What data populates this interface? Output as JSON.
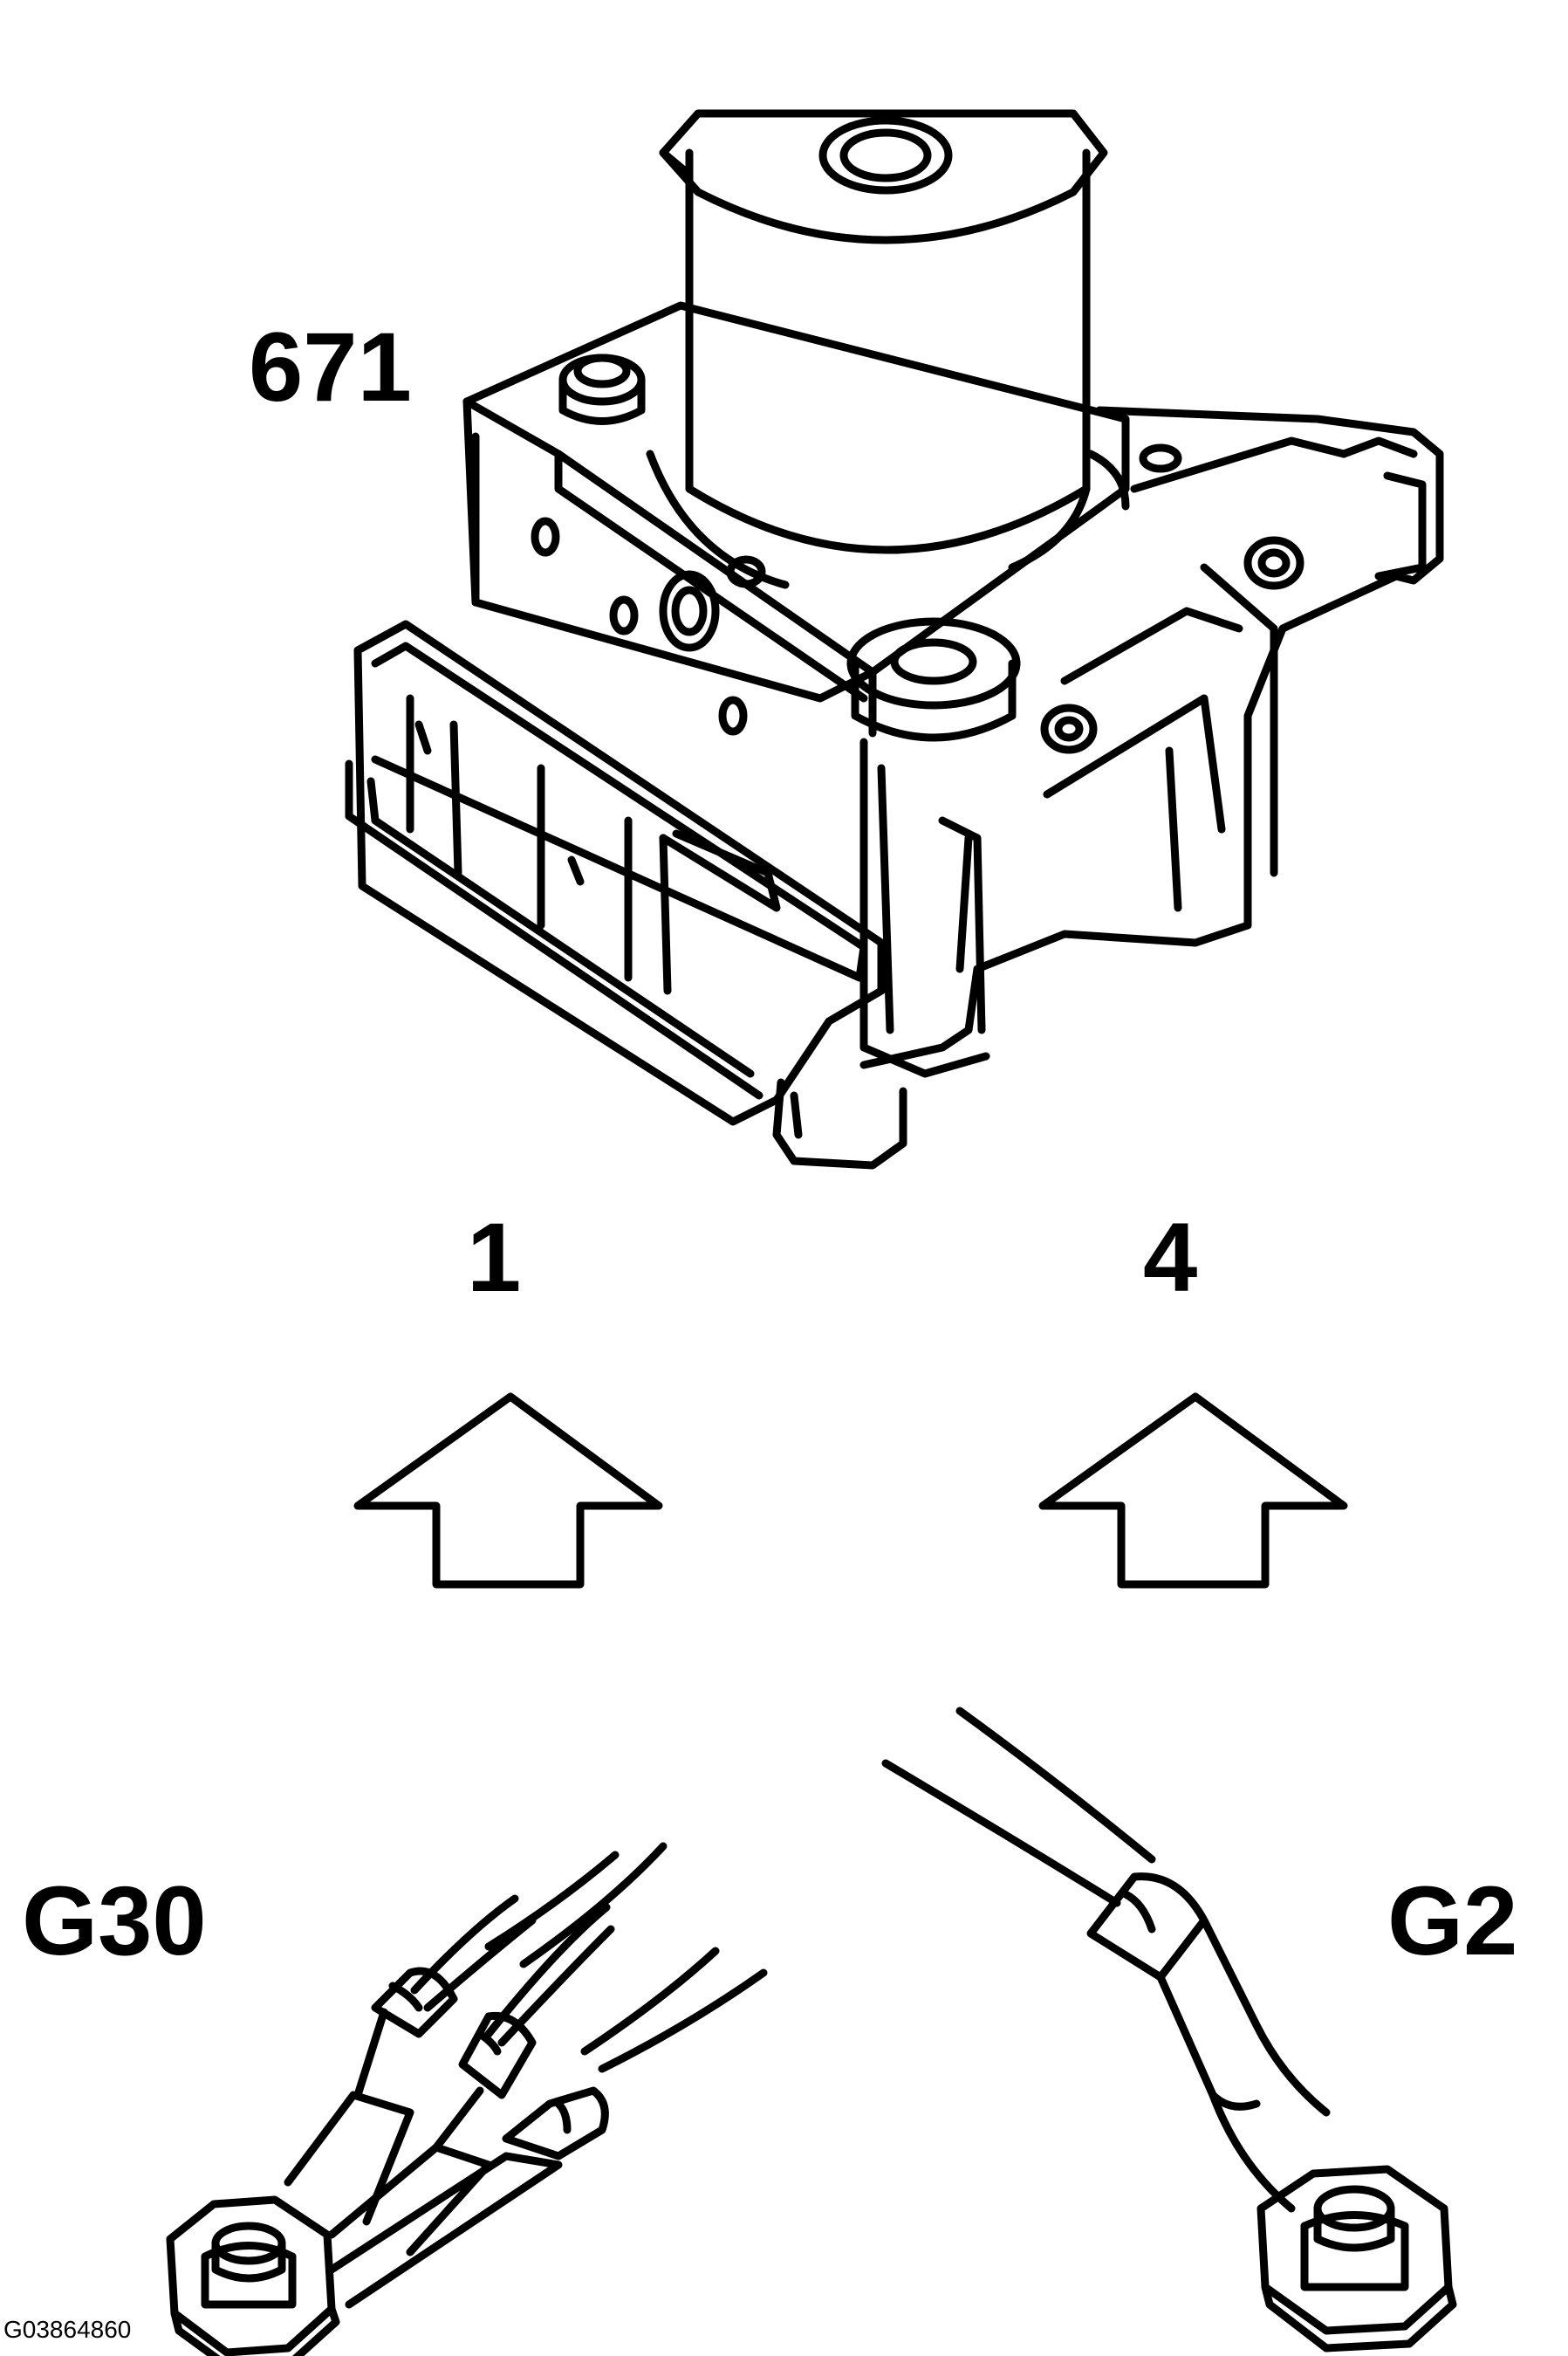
{
  "labels": {
    "component": "671",
    "connector_left": "1",
    "connector_right": "4",
    "ground_left": "G30",
    "ground_right": "G2",
    "figure_id": "G03864860"
  },
  "colors": {
    "line": "#000000",
    "background": "#ffffff"
  }
}
